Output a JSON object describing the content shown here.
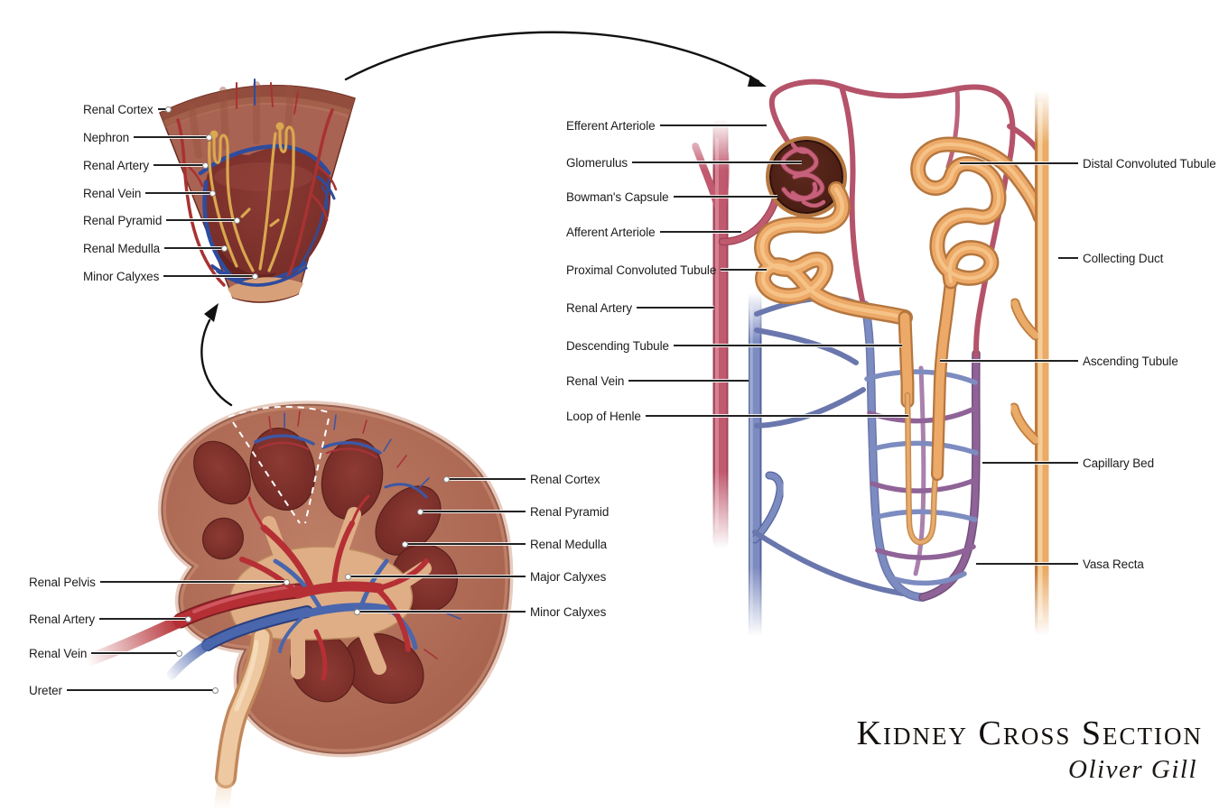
{
  "poster": {
    "title": "Kidney Cross Section",
    "artist": "Oliver Gill"
  },
  "wedge": {
    "name": "renal-pyramid-wedge-inset",
    "labels": [
      "Renal Cortex",
      "Nephron",
      "Renal Artery",
      "Renal Vein",
      "Renal Pyramid",
      "Renal Medulla",
      "Minor Calyxes"
    ]
  },
  "kidney": {
    "name": "kidney-cross-section",
    "labels_left": [
      "Renal Pelvis",
      "Renal Artery",
      "Renal Vein",
      "Ureter"
    ],
    "labels_right": [
      "Renal Cortex",
      "Renal Pyramid",
      "Renal Medulla",
      "Major Calyxes",
      "Minor Calyxes"
    ]
  },
  "nephron": {
    "name": "nephron-detail",
    "labels_left": [
      "Efferent Arteriole",
      "Glomerulus",
      "Bowman's Capsule",
      "Afferent Arteriole",
      "Proximal Convoluted Tubule",
      "Renal Artery",
      "Descending Tubule",
      "Renal Vein",
      "Loop of Henle"
    ],
    "labels_right": [
      "Distal Convoluted Tubule",
      "Collecting Duct",
      "Ascending Tubule",
      "Capillary Bed",
      "Vasa Recta"
    ]
  },
  "palette": {
    "artery": "#b5536a",
    "vein": "#7d8cc0",
    "tubule": "#eda968",
    "vasa_recta": "#8f6397",
    "pyramid": "#7b2d2a",
    "cortex": "#b06a56",
    "capsule": "#4a1f16",
    "background": "#ffffff",
    "label_text": "#1c1c1c"
  }
}
